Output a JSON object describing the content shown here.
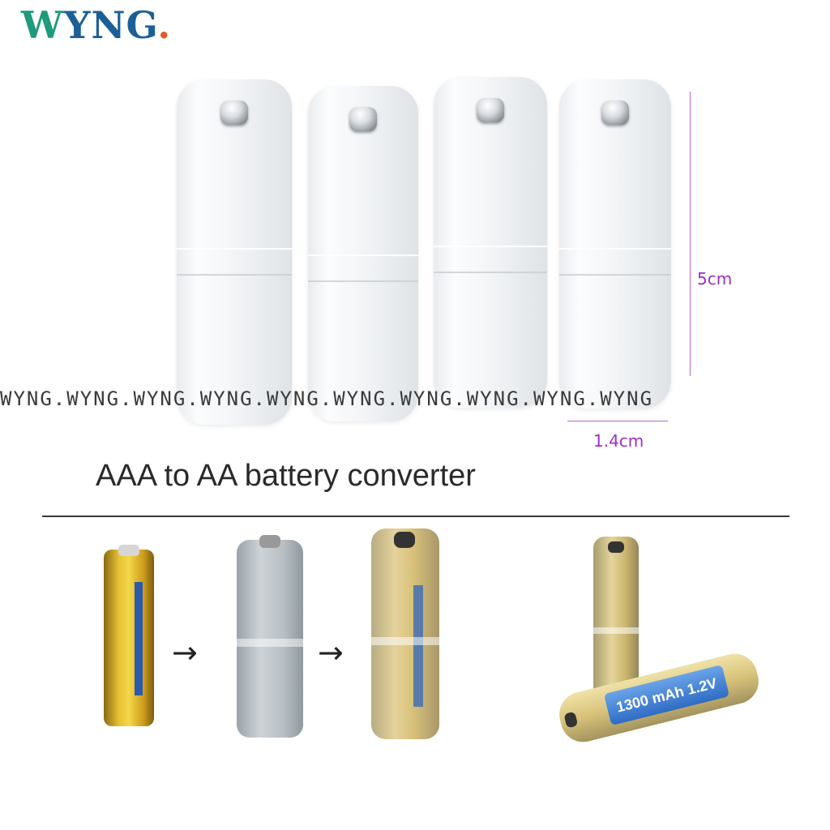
{
  "brand": {
    "letter_w": "W",
    "letter_rest": "YNG",
    "dot": "."
  },
  "dimensions": {
    "height": "5cm",
    "width": "1.4cm"
  },
  "watermark": "WYNG.WYNG.WYNG.WYNG.WYNG.WYNG.WYNG.WYNG.WYNG.WYNG",
  "headline": "AAA to AA battery converter",
  "battery_label": "1300 mAh 1.2V",
  "arrows": [
    "→",
    "→"
  ],
  "colors": {
    "brand_green": "#1f9a7a",
    "brand_blue": "#1b5f96",
    "brand_orange": "#e05b2a",
    "dimension_purple": "#9b2fc2"
  }
}
